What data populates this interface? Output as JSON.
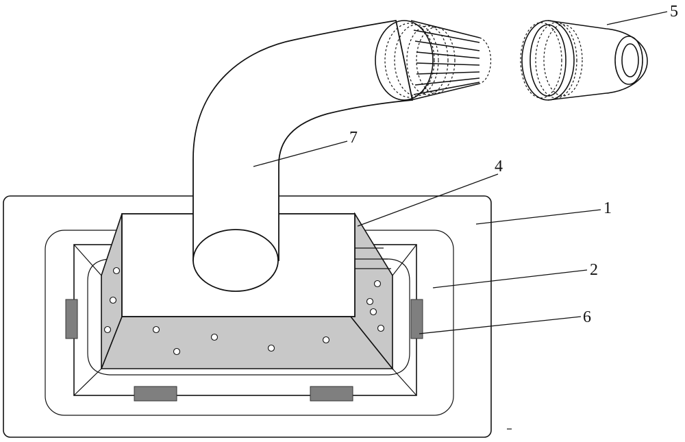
{
  "labels": {
    "one": "1",
    "two": "2",
    "four": "4",
    "five": "5",
    "six": "6",
    "seven": "7"
  }
}
